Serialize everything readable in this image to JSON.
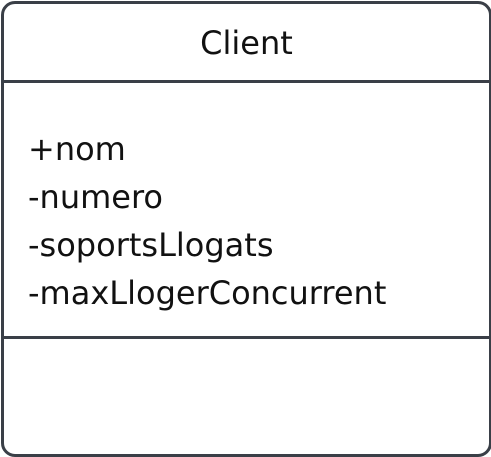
{
  "uml_class": {
    "name": "Client",
    "attributes": [
      "+nom",
      "-numero",
      "-soportsLlogats",
      "-maxLlogerConcurrent"
    ],
    "operations": [],
    "colors": {
      "border": "#3a3f47",
      "text": "#111111",
      "background": "#ffffff"
    }
  }
}
